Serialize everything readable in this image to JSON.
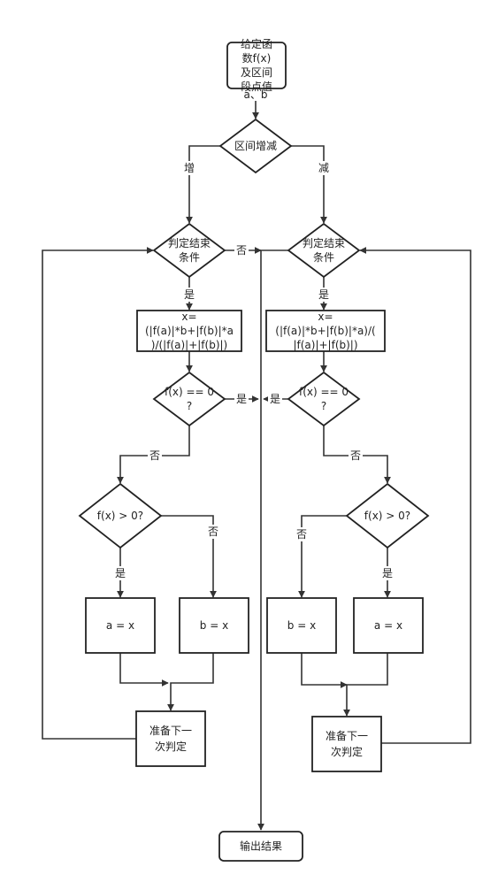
{
  "nodes": {
    "start": [
      "给定函",
      "数f(x)",
      "及区间",
      "段点值"
    ],
    "start_ab": "a、b",
    "dir": [
      "区间增减"
    ],
    "judge_l": [
      "判定结束",
      "条件"
    ],
    "judge_r": [
      "判定结束",
      "条件"
    ],
    "calc_l": [
      "x=",
      "(|f(a)|*b+|f(b)|*a",
      ")/(|f(a)|+|f(b)|)"
    ],
    "calc_r": [
      "x=",
      "(|f(a)|*b+|f(b)|*a)/(",
      "|f(a)|+|f(b)|)"
    ],
    "eq_l": [
      "f(x) == 0",
      "?"
    ],
    "eq_r": [
      "f(x) == 0",
      "?"
    ],
    "gt_l": [
      "f(x) > 0?"
    ],
    "gt_r": [
      "f(x) > 0?"
    ],
    "l_a": [
      "a = x"
    ],
    "l_b": [
      "b = x"
    ],
    "r_b": [
      "b = x"
    ],
    "r_a": [
      "a = x"
    ],
    "next_l": [
      "准备下一",
      "次判定"
    ],
    "next_r": [
      "准备下一",
      "次判定"
    ],
    "out": [
      "输出结果"
    ]
  },
  "edges": {
    "inc": "增",
    "dec": "减",
    "l_no": "否",
    "l_yes": "是",
    "l_eq_yes": "是",
    "l_eq_no": "否",
    "l_gt_yes": "是",
    "l_gt_no": "否",
    "r_yes": "是",
    "r_eq_yes": "是",
    "r_eq_no": "否",
    "r_gt_no": "否",
    "r_gt_yes": "是"
  }
}
